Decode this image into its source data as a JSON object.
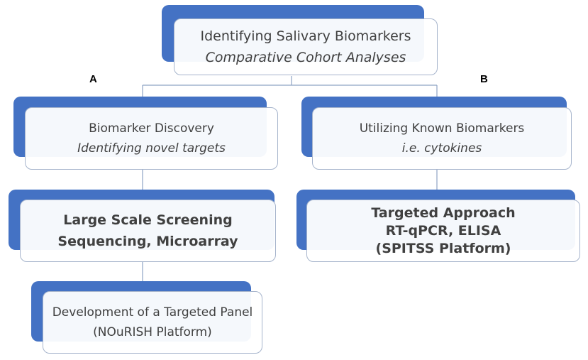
{
  "root": {
    "line1": "Identifying Salivary Biomarkers",
    "line2": "Comparative  Cohort  Analyses"
  },
  "branch_a": {
    "letter": "A",
    "discovery": {
      "line1": "Biomarker Discovery",
      "line2": "Identifying novel targets"
    },
    "screening": {
      "line1": "Large Scale Screening",
      "line2": "Sequencing, Microarray"
    },
    "panel": {
      "line1": "Development of a Targeted Panel",
      "line2": "(NOuRISH Platform)"
    }
  },
  "branch_b": {
    "letter": "B",
    "known": {
      "line1": "Utilizing Known Biomarkers",
      "line2": "i.e. cytokines"
    },
    "targeted": {
      "line1": "Targeted Approach",
      "line2": "RT-qPCR, ELISA",
      "line3": "(SPITSS Platform)"
    }
  },
  "colors": {
    "accent": "#4472c4",
    "connector": "#8ea3c4"
  }
}
